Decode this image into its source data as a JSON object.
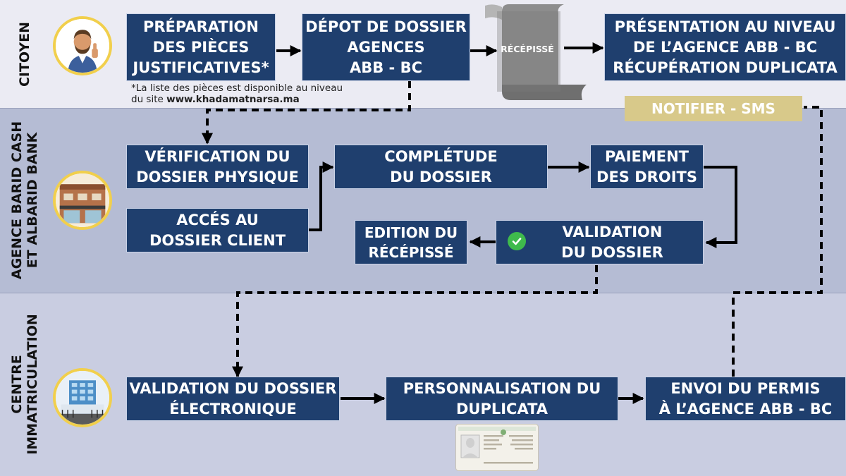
{
  "lanes": {
    "citoyen": [
      "CITOYEN"
    ],
    "agence": [
      "AGENCE BARID CASH",
      "ET ALBARID BANK"
    ],
    "centre": [
      "CENTRE",
      "IMMATRICULATION"
    ]
  },
  "boxes": {
    "preparation": [
      "PRÉPARATION",
      "DES PIÈCES",
      "JUSTIFICATIVES*"
    ],
    "depot": [
      "DÉPOT DE DOSSIER",
      "AGENCES",
      "ABB - BC"
    ],
    "presentation": [
      "PRÉSENTATION AU NIVEAU",
      "DE L’AGENCE ABB - BC",
      "RÉCUPÉRATION DUPLICATA"
    ],
    "verification": [
      "VÉRIFICATION DU",
      "DOSSIER PHYSIQUE"
    ],
    "completude": [
      "COMPLÉTUDE",
      "DU DOSSIER"
    ],
    "paiement": [
      "PAIEMENT",
      "DES DROITS"
    ],
    "acces": [
      "ACCÉS AU",
      "DOSSIER CLIENT"
    ],
    "edition": [
      "EDITION DU",
      "RÉCÉPISSÉ"
    ],
    "validation_dossier": [
      "VALIDATION",
      "DU DOSSIER"
    ],
    "validation_electronique": [
      "VALIDATION DU DOSSIER",
      "ÉLECTRONIQUE"
    ],
    "personnalisation": [
      "PERSONNALISATION DU",
      "DUPLICATA"
    ],
    "envoi": [
      "ENVOI DU PERMIS",
      "À L’AGENCE ABB - BC"
    ]
  },
  "note": {
    "line1": "*La liste des pièces est disponible au niveau",
    "line2_prefix": "du site ",
    "site": "www.khadamatnarsa.ma"
  },
  "notify_label": "NOTIFIER - SMS",
  "recepisse_label": "RÉCÉPISSÉ",
  "icons": {
    "citoyen_avatar": "man-thumbs-up-avatar",
    "agence_avatar": "storefront-avatar",
    "centre_avatar": "building-avatar",
    "check": "check-circle-icon",
    "scroll": "document-scroll-icon",
    "card": "license-card-image"
  },
  "colors": {
    "box": "#1f3f6e",
    "notify": "#d8c98a",
    "check": "#3fba4c",
    "avatar_ring": "#f1cf4c"
  }
}
